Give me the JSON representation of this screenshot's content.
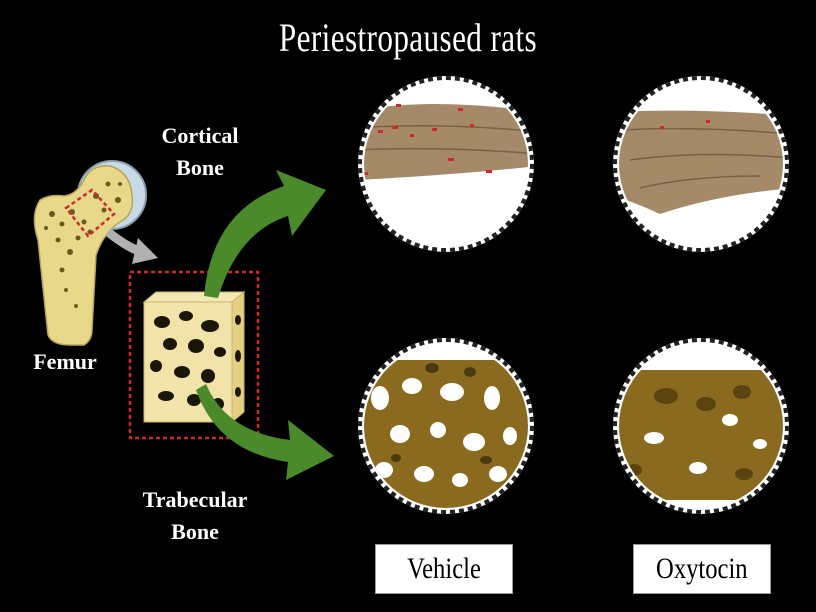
{
  "title": "Periestropaused rats",
  "labels": {
    "cortical": [
      "Cortical",
      "Bone"
    ],
    "trabecular": [
      "Trabecular",
      "Bone"
    ],
    "femur": "Femur"
  },
  "groups": [
    "Vehicle",
    "Oxytocin"
  ],
  "colors": {
    "background": "#000000",
    "arrow_green": "#4b8a2a",
    "bone_brown": "#8a6a1e",
    "cortical_tan": "#a58a6a",
    "marker_red": "#d0282c"
  }
}
